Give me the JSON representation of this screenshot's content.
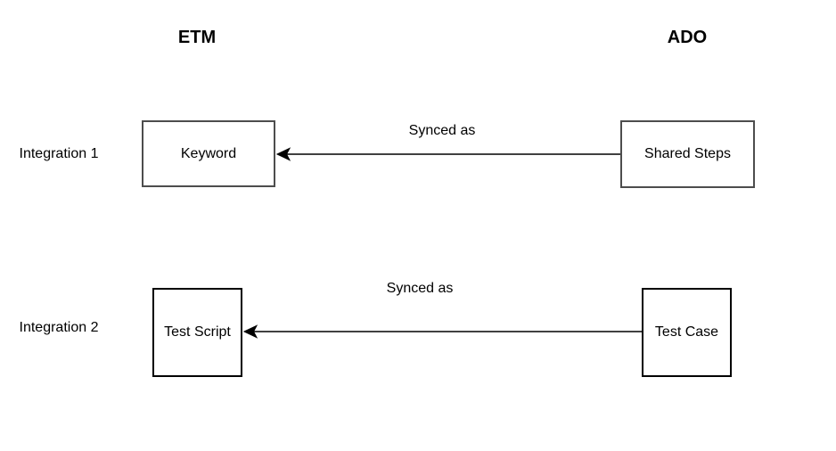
{
  "diagram": {
    "columns": [
      {
        "label": "ETM"
      },
      {
        "label": "ADO"
      }
    ],
    "rows": [
      {
        "label": "Integration 1",
        "etm_node": "Keyword",
        "ado_node": "Shared Steps",
        "arrow_label": "Synced as",
        "arrow_direction": "ado-to-etm"
      },
      {
        "label": "Integration 2",
        "etm_node": "Test Script",
        "ado_node": "Test Case",
        "arrow_label": "Synced as",
        "arrow_direction": "ado-to-etm"
      }
    ],
    "colors": {
      "background": "#ffffff",
      "text": "#000000",
      "box_border_row1": "#4d4d4d",
      "box_border_row2": "#000000",
      "arrow": "#000000"
    }
  }
}
